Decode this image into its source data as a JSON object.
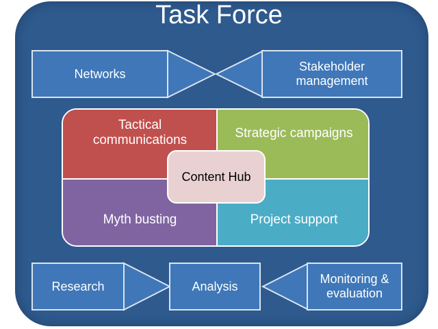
{
  "title": "Task Force",
  "top_row": {
    "left": "Networks",
    "right": "Stakeholder management"
  },
  "quadrants": {
    "top_left": "Tactical communications",
    "top_right": "Strategic campaigns",
    "bottom_left": "Myth busting",
    "bottom_right": "Project support"
  },
  "center": "Content Hub",
  "bottom_row": {
    "left": "Research",
    "middle": "Analysis",
    "right": "Monitoring & evaluation"
  },
  "colors": {
    "frame": "#2e5a8e",
    "box": "#3f77b8",
    "tactical": "#c0504d",
    "strategic": "#9bbb59",
    "myth": "#8064a2",
    "project": "#4bacc6",
    "hub": "#ead1d1"
  }
}
